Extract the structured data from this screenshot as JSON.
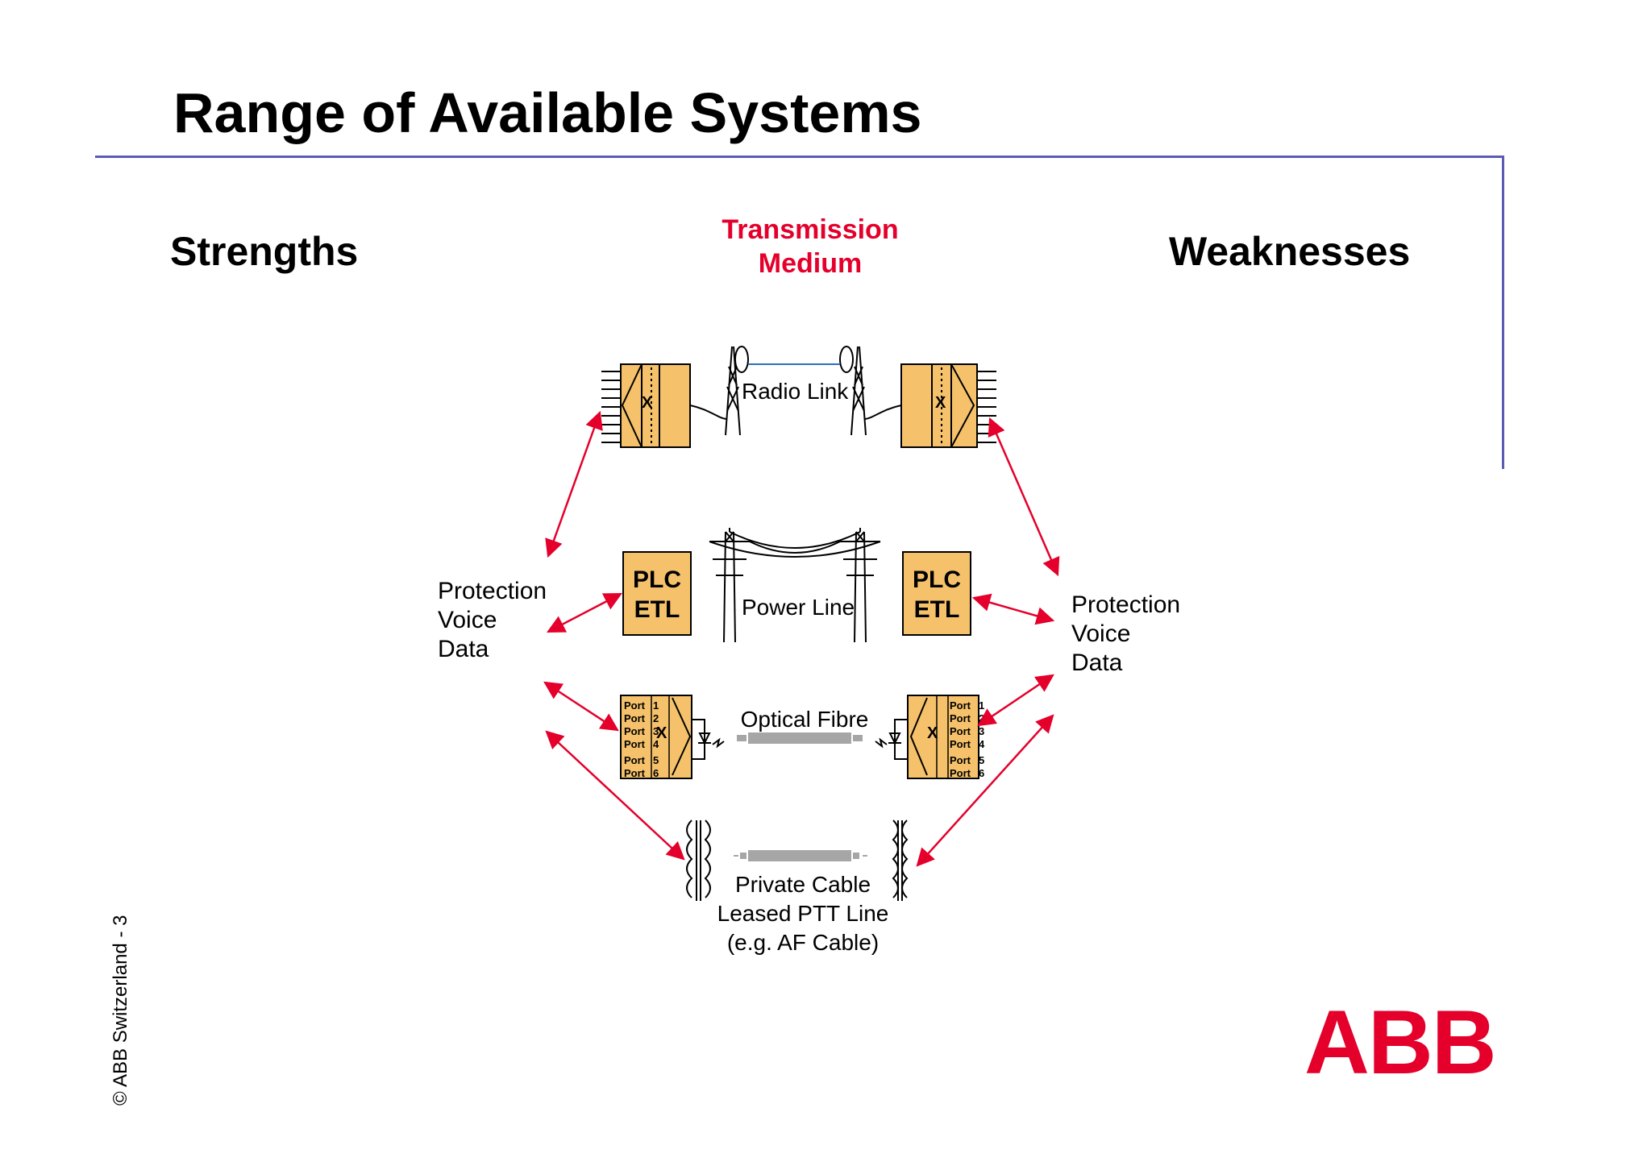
{
  "slide": {
    "title": "Range of Available Systems",
    "strengths_label": "Strengths",
    "weaknesses_label": "Weaknesses",
    "medium_line1": "Transmission",
    "medium_line2": "Medium",
    "copyright": "© ABB Switzerland - 3",
    "logo_text": "ABB"
  },
  "endpoints": {
    "left": [
      "Protection",
      "Voice",
      "Data"
    ],
    "right": [
      "Protection",
      "Voice",
      "Data"
    ]
  },
  "media": {
    "radio": "Radio Link",
    "power": "Power Line",
    "optical": "Optical Fibre",
    "cable": [
      "Private Cable",
      "Leased PTT Line",
      "(e.g. AF Cable)"
    ]
  },
  "devices": {
    "plc_line1": "PLC",
    "plc_line2": "ETL",
    "mux_symbol": "X",
    "port_label": "Port",
    "port_numbers": [
      "1",
      "2",
      "3",
      "4",
      "5",
      "6"
    ]
  },
  "colors": {
    "accent_red": "#e4002b",
    "rule_blue": "#5b5bb3",
    "device_fill": "#f5c26b",
    "cable_gray": "#a6a6a6"
  }
}
